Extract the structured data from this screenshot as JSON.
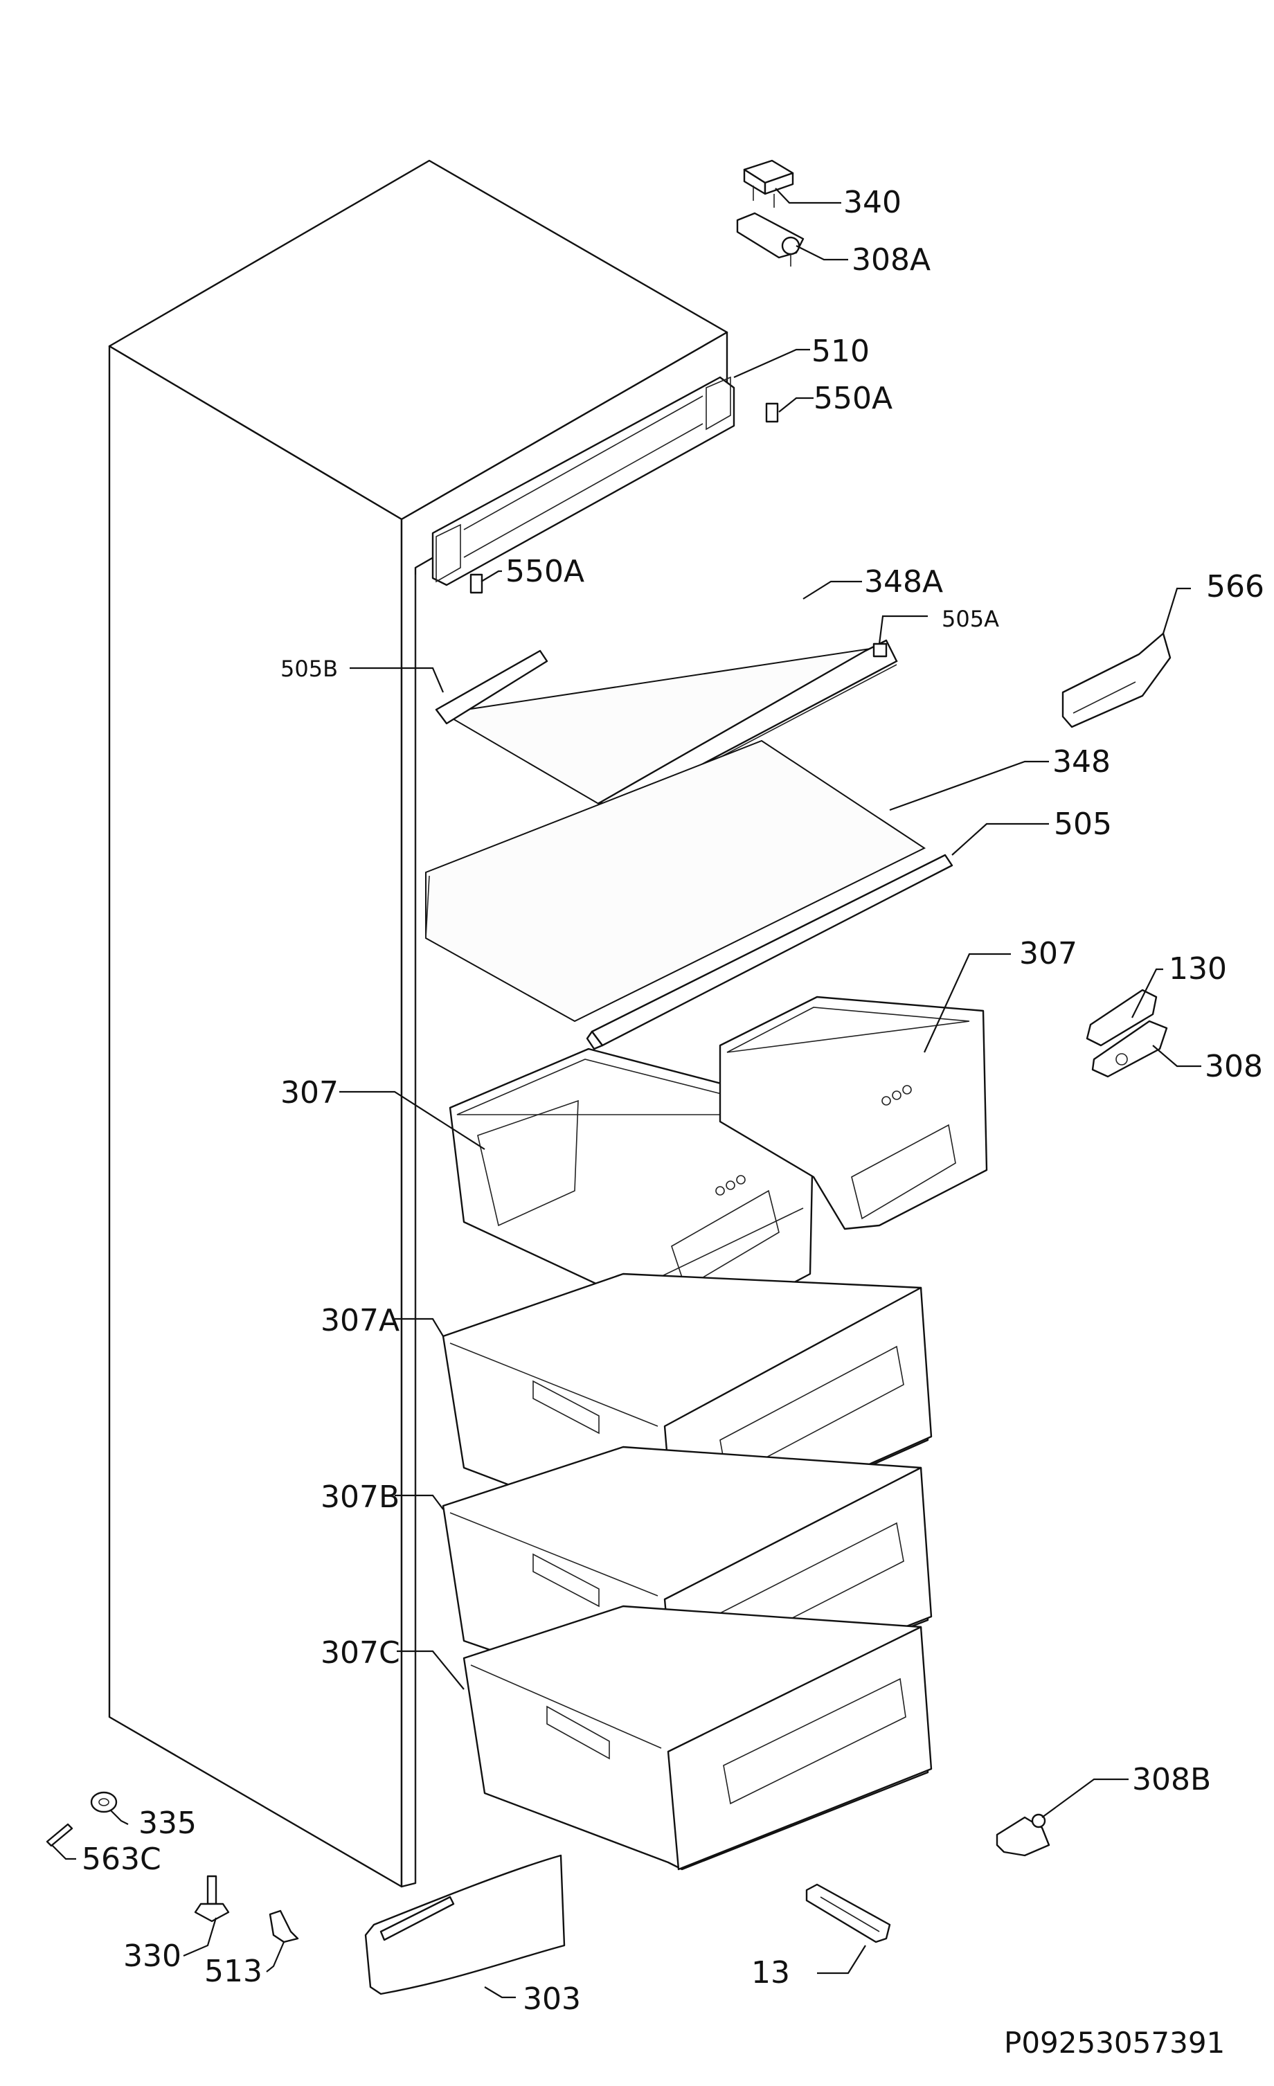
{
  "diagram": {
    "document_code": "P09253057391",
    "parts": {
      "p340": "340",
      "p308A": "308A",
      "p510": "510",
      "p550A_top": "550A",
      "p550A_left": "550A",
      "p348A": "348A",
      "p505A": "505A",
      "p505B": "505B",
      "p566": "566",
      "p348": "348",
      "p505": "505",
      "p307_right": "307",
      "p307_left": "307",
      "p130": "130",
      "p308": "308",
      "p307A": "307A",
      "p307B": "307B",
      "p307C": "307C",
      "p308B": "308B",
      "p335": "335",
      "p563C": "563C",
      "p330": "330",
      "p513": "513",
      "p13": "13",
      "p303": "303"
    }
  }
}
